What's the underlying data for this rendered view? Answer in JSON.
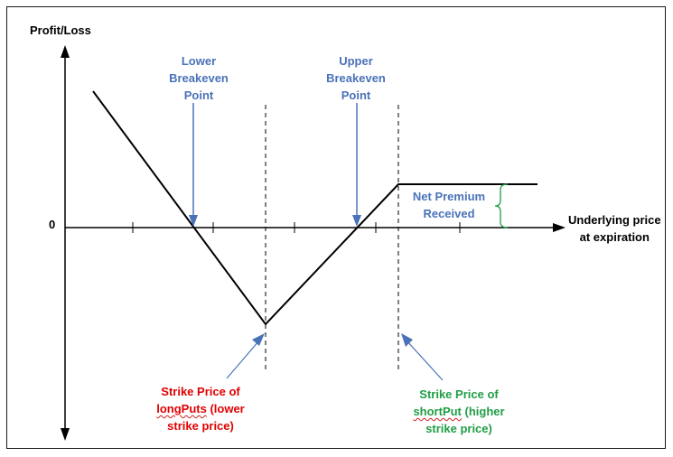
{
  "y_axis_label": "Profit/Loss",
  "zero_label": "0",
  "x_axis_label": [
    "Underlying price",
    "at expiration"
  ],
  "lower_breakeven": [
    "Lower",
    "Breakeven",
    "Point"
  ],
  "upper_breakeven": [
    "Upper",
    "Breakeven",
    "Point"
  ],
  "net_premium": [
    "Net Premium",
    "Received"
  ],
  "long_put_strike": {
    "line1": "Strike Price of",
    "line2_word": "longPuts",
    "line2_rest": " (lower",
    "line3": "strike price)"
  },
  "short_put_strike": {
    "line1": "Strike Price of",
    "line2_word": "shortPut",
    "line2_rest": " (higher",
    "line3": "strike price)"
  },
  "colors": {
    "blue": "#4a72b8",
    "red": "#e00000",
    "green": "#1f9e45",
    "axis": "#000000"
  }
}
